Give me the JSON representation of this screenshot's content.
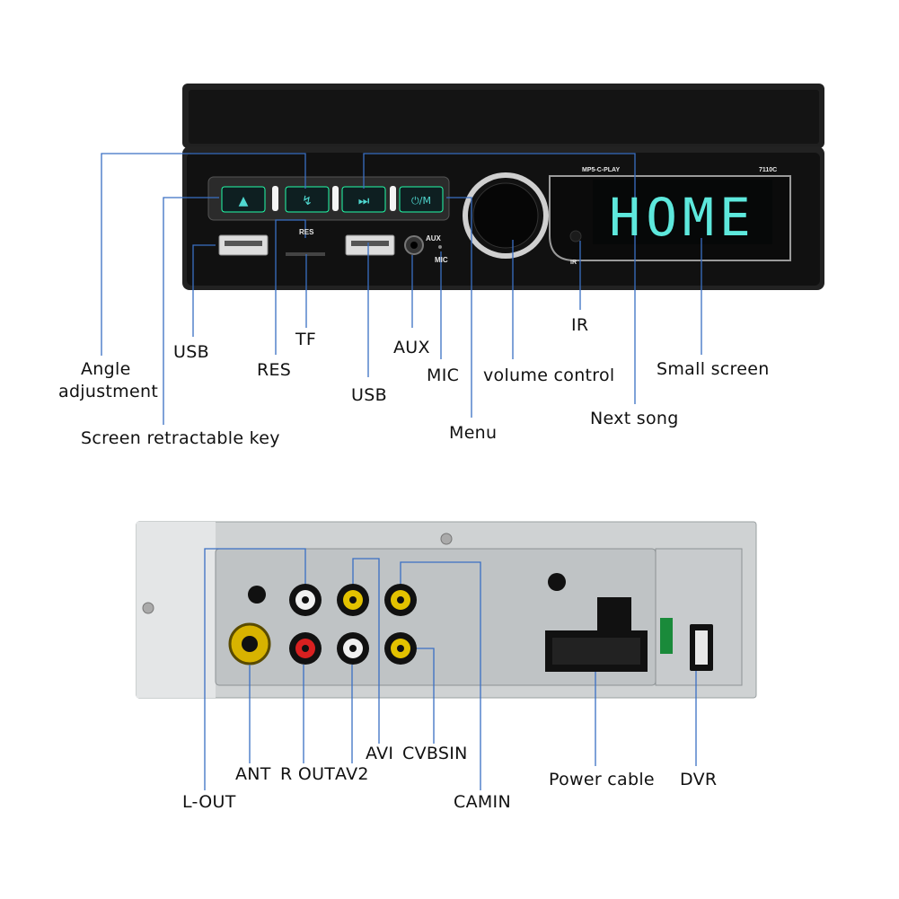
{
  "front_panel": {
    "model_tag": "MP5-C-PLAY",
    "model_number": "7110C",
    "display_text": "HOME",
    "mic_text": "MIC",
    "aux_text": "AUX",
    "res_text": "RES",
    "ir_text": "IR",
    "button_glyphs": [
      "▲",
      "↯",
      "⏭",
      "⏻/M"
    ]
  },
  "front_labels": {
    "angle_adjustment": [
      "Angle",
      "adjustment"
    ],
    "usb_left": "USB",
    "res": "RES",
    "tf": "TF",
    "usb_right": "USB",
    "aux": "AUX",
    "mic": "MIC",
    "volume_control": "volume control",
    "ir": "IR",
    "small_screen": "Small screen",
    "next_song": "Next song",
    "menu": "Menu",
    "screen_retractable_key": "Screen retractable key"
  },
  "back_labels": {
    "ant": "ANT",
    "r_out": "R OUT",
    "av2": "AV2",
    "avi": "AVI",
    "cvbsin": "CVBSIN",
    "l_out": "L-OUT",
    "camin": "CAMIN",
    "power_cable": "Power cable",
    "dvr": "DVR"
  },
  "colors": {
    "leader_line": "#3a6fc4",
    "display_glow": "#5de8dc",
    "button_glow": "#4fd8d0",
    "chassis": "#1c1c1c",
    "rear_plate": "#cfd2d3"
  }
}
